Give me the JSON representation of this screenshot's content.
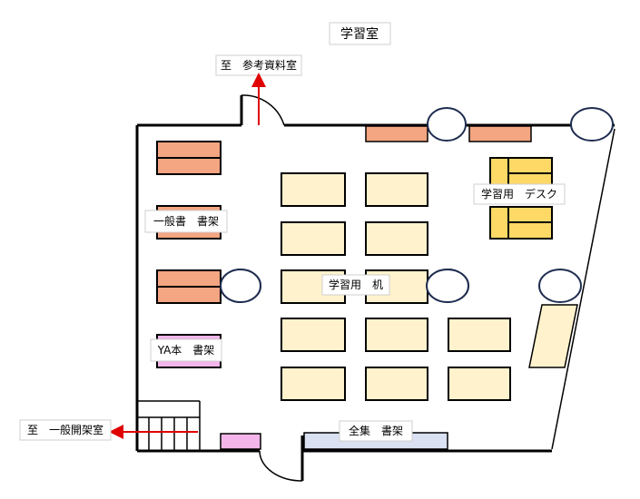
{
  "title": "学習室",
  "labels": {
    "to_reference_room": "至　参考資料室",
    "general_shelves": "一般書　書架",
    "study_desk": "学習用　デスク",
    "study_table": "学習用　机",
    "ya_shelves": "YA本　書架",
    "collected_works_shelves": "全集　書架",
    "to_open_stacks": "至　一般開架室"
  },
  "colors": {
    "general_shelf": "#f4a581",
    "ya_shelf": "#f3b5ea",
    "collected_shelf": "#d9e1f2",
    "table": "#fff2cc",
    "study_desk": "#ffd966",
    "arrow": "#e00000",
    "wall": "#000000",
    "column_stroke": "#1f2d50"
  }
}
